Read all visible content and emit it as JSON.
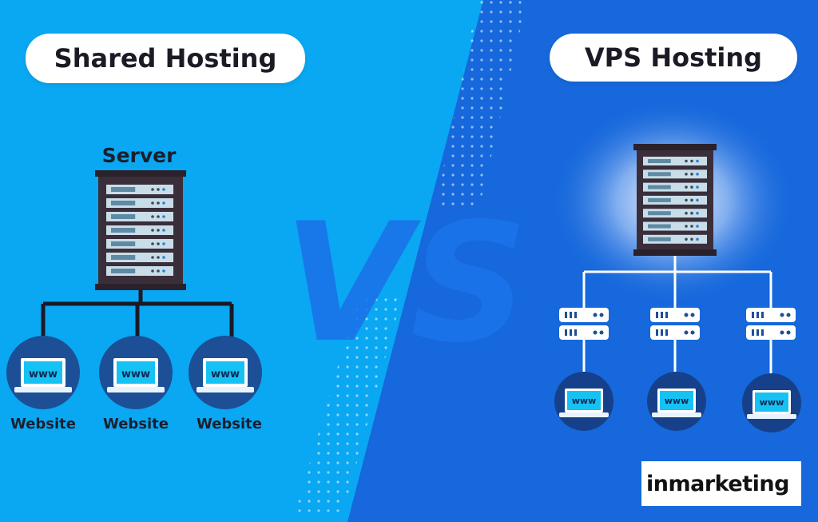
{
  "left_panel": {
    "title": "Shared Hosting",
    "server_label": "Server",
    "website_labels": [
      "Website",
      "Website",
      "Website"
    ],
    "laptop_screen_text": "www"
  },
  "center": {
    "vs_text": "VS"
  },
  "right_panel": {
    "title": "VPS Hosting",
    "laptop_screen_text": "www"
  },
  "watermark": {
    "brand_text": "inmarketing"
  },
  "colors": {
    "left_bg": "#0aa7f2",
    "right_bg": "#1668dc",
    "server_body": "#3b2f3b",
    "dark_circle": "#1c4f96",
    "screen": "#16c1f3",
    "accent_orange": "#f0543c"
  }
}
